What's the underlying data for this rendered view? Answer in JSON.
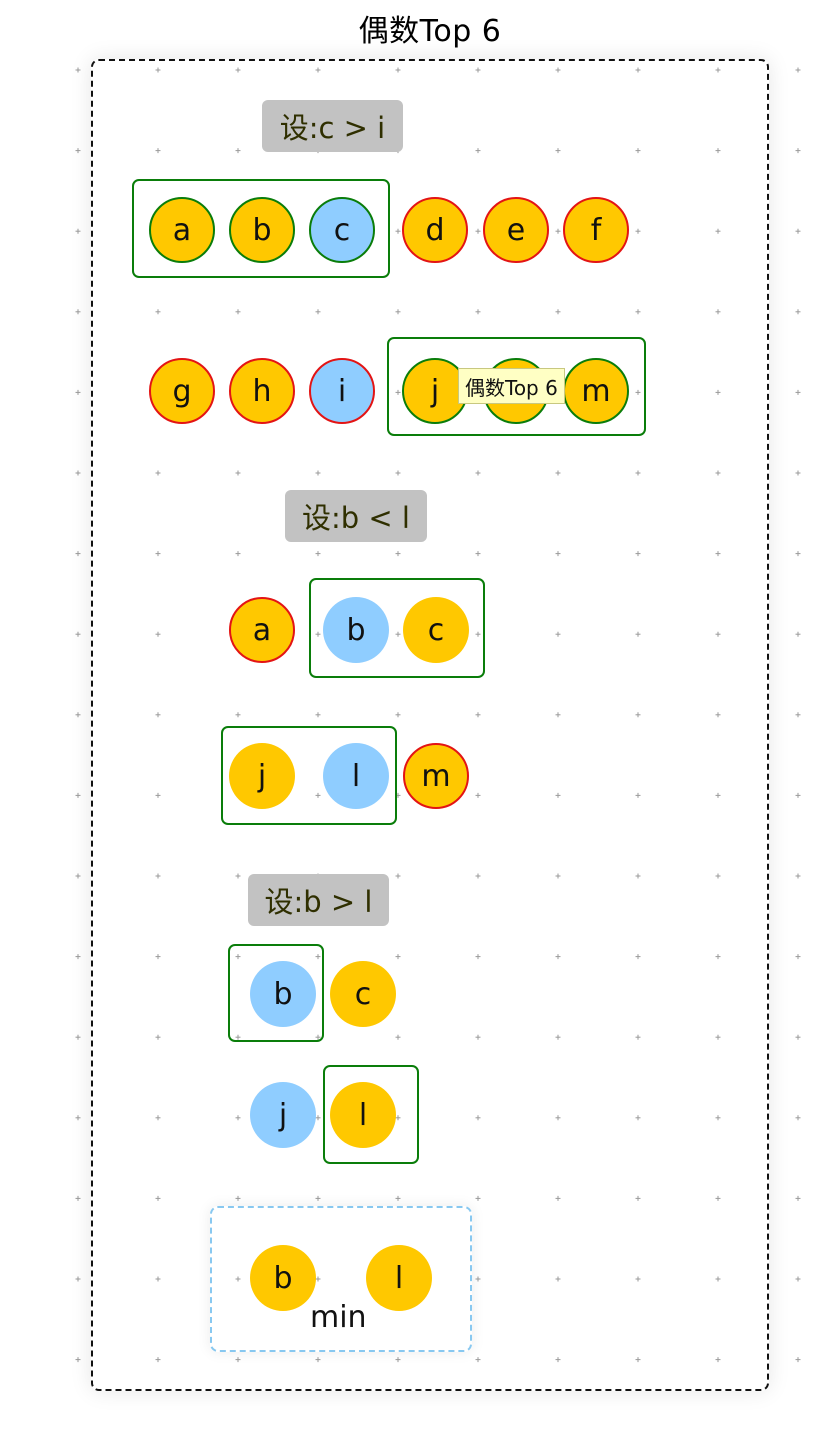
{
  "title": "偶数Top 6",
  "tooltip": "偶数Top 6",
  "labels": {
    "step1": "设:c > i",
    "step2": "设:b < l",
    "step3": "设:b > l"
  },
  "step1": {
    "row1": [
      "a",
      "b",
      "c",
      "d",
      "e",
      "f"
    ],
    "row2": [
      "g",
      "h",
      "i",
      "j",
      "k",
      "m"
    ]
  },
  "step2": {
    "row1": [
      "a",
      "b",
      "c"
    ],
    "row2": [
      "j",
      "l",
      "m"
    ]
  },
  "step3": {
    "row1": [
      "b",
      "c"
    ],
    "row2": [
      "j",
      "l"
    ]
  },
  "result": {
    "nodes": [
      "b",
      "l"
    ],
    "caption": "min"
  },
  "colors": {
    "node_yellow": "#ffc800",
    "node_blue": "#8fcdff",
    "group_green": "#0a7d0a",
    "excluded_red": "#e31414",
    "label_gray": "#c2c2c2",
    "min_box_blue": "#88c8f0",
    "tooltip_bg": "#ffffc4"
  }
}
